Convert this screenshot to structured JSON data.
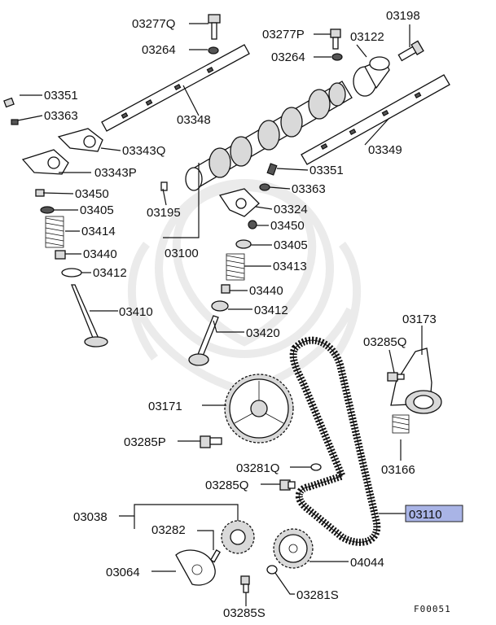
{
  "diagram": {
    "footer_code": "F00051",
    "highlighted": "03110",
    "highlight_color": "#a9b4e6",
    "parts": {
      "p03277Q": "03277Q",
      "p03277P": "03277P",
      "p03198": "03198",
      "p03264a": "03264",
      "p03264b": "03264",
      "p03122": "03122",
      "p03351a": "03351",
      "p03363a": "03363",
      "p03348": "03348",
      "p03343Q": "03343Q",
      "p03343P": "03343P",
      "p03349": "03349",
      "p03351b": "03351",
      "p03450a": "03450",
      "p03405a": "03405",
      "p03195": "03195",
      "p03363b": "03363",
      "p03324": "03324",
      "p03414": "03414",
      "p03450b": "03450",
      "p03440a": "03440",
      "p03100": "03100",
      "p03405b": "03405",
      "p03412a": "03412",
      "p03413": "03413",
      "p03440b": "03440",
      "p03410": "03410",
      "p03412b": "03412",
      "p03173": "03173",
      "p03420": "03420",
      "p03285Q_a": "03285Q",
      "p03171": "03171",
      "p03285P": "03285P",
      "p03166": "03166",
      "p03281Q": "03281Q",
      "p03285Q_b": "03285Q",
      "p03038": "03038",
      "p03110": "03110",
      "p03282": "03282",
      "p03064": "03064",
      "p04044": "04044",
      "p03281S": "03281S",
      "p03285S": "03285S"
    }
  }
}
